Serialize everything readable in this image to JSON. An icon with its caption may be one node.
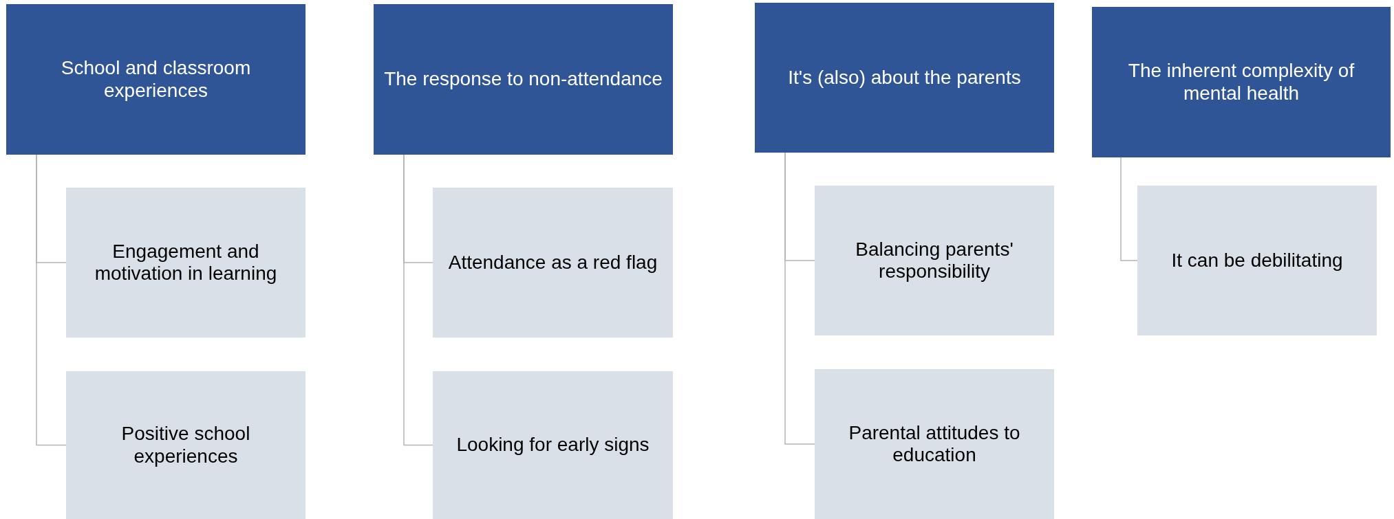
{
  "diagram": {
    "nodes": [
      {
        "text": [
          "School and classroom experiences"
        ]
      },
      {
        "text": [
          "Engagement and motivation in learning"
        ]
      },
      {
        "text": [
          "Positive school experiences"
        ]
      },
      {
        "text": [
          "The response to non-attendance"
        ]
      },
      {
        "text": [
          "Attendance as a red flag"
        ]
      },
      {
        "text": [
          "Looking for early signs"
        ]
      },
      {
        "text": [
          "It's (also) about the parents"
        ]
      },
      {
        "text": [
          "Balancing parents' responsibility"
        ]
      },
      {
        "text": [
          "Parental attitudes to education"
        ]
      },
      {
        "text": [
          "The inherent complexity of mental health"
        ]
      },
      {
        "text": [
          "It can be debilitating"
        ]
      }
    ],
    "edges": [
      {
        "from": 0,
        "to": 1,
        "arrow": "none"
      },
      {
        "from": 0,
        "to": 2,
        "arrow": "none"
      },
      {
        "from": 3,
        "to": 4,
        "arrow": "none"
      },
      {
        "from": 3,
        "to": 5,
        "arrow": "none"
      },
      {
        "from": 6,
        "to": 7,
        "arrow": "none"
      },
      {
        "from": 6,
        "to": 8,
        "arrow": "none"
      },
      {
        "from": 9,
        "to": 10,
        "arrow": "none"
      }
    ]
  }
}
